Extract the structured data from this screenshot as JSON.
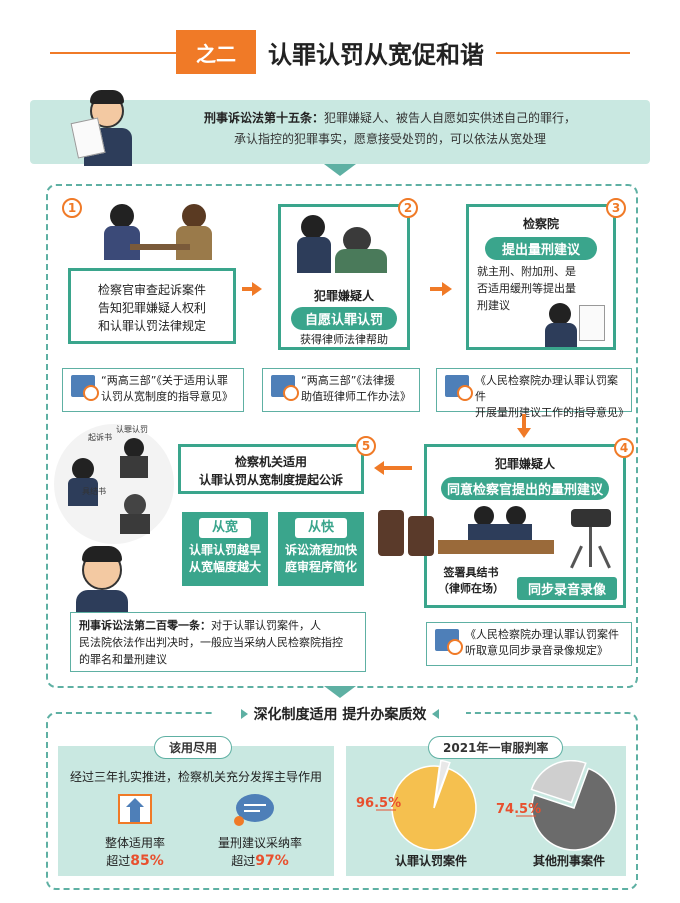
{
  "header": {
    "tag": "之二",
    "title": "认罪认罚从宽促和谐"
  },
  "banner": {
    "law_name": "刑事诉讼法第十五条：",
    "line1": "犯罪嫌疑人、被告人自愿如实供述自己的罪行，",
    "line2": "承认指控的犯罪事实，愿意接受处罚的，可以依法从宽处理"
  },
  "steps": [
    {
      "num": "1",
      "text1": "检察官审查起诉案件",
      "text2": "告知犯罪嫌疑人权利",
      "text3": "和认罪认罚法律规定",
      "ref1": "“两高三部”《关于适用认罪",
      "ref2": "认罚从宽制度的指导意见》"
    },
    {
      "num": "2",
      "title": "犯罪嫌疑人",
      "pill": "自愿认罪认罚",
      "sub": "获得律师法律帮助",
      "ref1": "“两高三部”《法律援",
      "ref2": "助值班律师工作办法》"
    },
    {
      "num": "3",
      "title": "检察院",
      "pill": "提出量刑建议",
      "text1": "就主刑、附加刑、是",
      "text2": "否适用缓刑等提出量",
      "text3": "刑建议",
      "ref1": "《人民检察院办理认罪认罚案件",
      "ref2": "开展量刑建议工作的指导意见》"
    },
    {
      "num": "4",
      "title": "犯罪嫌疑人",
      "pill": "同意检察官提出的量刑建议",
      "sign1": "签署具结书",
      "sign2": "（律师在场）",
      "record": "同步录音录像",
      "ref1": "《人民检察院办理认罪认罚案件",
      "ref2": "听取意见同步录音录像规定》"
    },
    {
      "num": "5",
      "text1": "检察机关适用",
      "text2": "认罪认罚从宽制度提起公诉",
      "box1_title": "从宽",
      "box1_l1": "认罪认罚越早",
      "box1_l2": "从宽幅度越大",
      "box2_title": "从快",
      "box2_l1": "诉讼流程加快",
      "box2_l2": "庭审程序简化"
    }
  ],
  "law201": {
    "law_name": "刑事诉讼法第二百零一条：",
    "text1": "对于认罪认罚案件，人",
    "text2": "民法院依法作出判决时，一般应当采纳人民检察院指控",
    "text3": "的罪名和量刑建议"
  },
  "scene_labels": {
    "l1": "起诉书",
    "l2": "认罪认罚",
    "l3": "具结书"
  },
  "section2": {
    "title": "深化制度适用  提升办案质效"
  },
  "left_panel": {
    "chip": "该用尽用",
    "intro": "经过三年扎实推进，检察机关充分发挥主导作用",
    "stat1_label": "整体适用率",
    "stat1_prefix": "超过",
    "stat1_value": "85%",
    "stat2_label": "量刑建议采纳率",
    "stat2_prefix": "超过",
    "stat2_value": "97%"
  },
  "right_panel": {
    "chip": "2021年一审服判率",
    "pie1_value": "96.5%",
    "pie1_label": "认罪认罚案件",
    "pie2_value": "74.5%",
    "pie2_label": "其他刑事案件"
  },
  "chart_data": [
    {
      "type": "pie",
      "title": "认罪认罚案件",
      "values": [
        96.5,
        3.5
      ],
      "colors": [
        "#f5c04f",
        "#e8e8e8"
      ]
    },
    {
      "type": "pie",
      "title": "其他刑事案件",
      "values": [
        74.5,
        25.5
      ],
      "colors": [
        "#6b6b6b",
        "#cfcfcf"
      ]
    }
  ],
  "colors": {
    "accent": "#f07a27",
    "teal": "#3aa58c",
    "light_teal": "#c9e8e1",
    "red": "#e8502e"
  }
}
